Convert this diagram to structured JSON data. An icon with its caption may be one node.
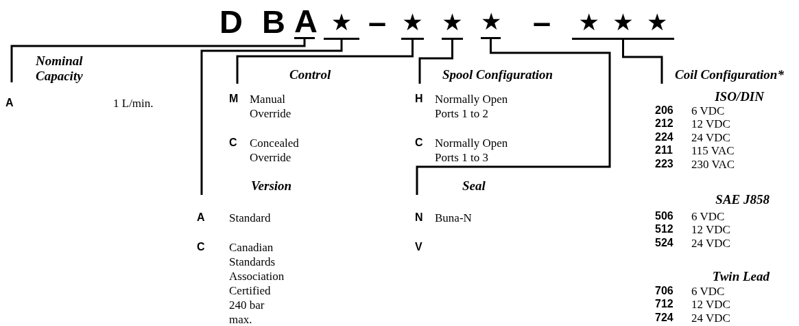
{
  "diagram": {
    "nodes": [
      {
        "text": [
          "A"
        ]
      },
      {
        "text": [
          "★"
        ]
      },
      {
        "text": [
          "★"
        ]
      },
      {
        "text": [
          "★"
        ]
      },
      {
        "text": [
          "★"
        ]
      },
      {
        "text": [
          "★",
          "★",
          "★"
        ]
      },
      {
        "text": [
          "Nominal Capacity"
        ]
      },
      {
        "text": [
          "Control"
        ]
      },
      {
        "text": [
          "Spool Configuration"
        ]
      },
      {
        "text": [
          "Coil Configuration*"
        ]
      },
      {
        "text": [
          "Version"
        ]
      },
      {
        "text": [
          "Seal"
        ]
      }
    ],
    "edges": [
      {
        "from": 0,
        "to": 6,
        "arrow": "none"
      },
      {
        "from": 1,
        "to": 10,
        "arrow": "none"
      },
      {
        "from": 2,
        "to": 7,
        "arrow": "none"
      },
      {
        "from": 3,
        "to": 8,
        "arrow": "none"
      },
      {
        "from": 4,
        "to": 11,
        "arrow": "none"
      },
      {
        "from": 5,
        "to": 9,
        "arrow": "none"
      }
    ],
    "labels": [
      "D",
      "B",
      "–",
      "–",
      "A",
      "1 L/min.",
      "M",
      "Manual Override",
      "C",
      "Concealed Override",
      "H",
      "Normally Open Ports 1 to 2",
      "C",
      "Normally Open Ports 1 to 3",
      "ISO/DIN",
      "206",
      "6 VDC",
      "212",
      "12 VDC",
      "224",
      "24 VDC",
      "211",
      "115 VAC",
      "223",
      "230 VAC",
      "A",
      "Standard",
      "C",
      "Canadian Standards Association Certified 240 bar max.",
      "N",
      "Buna-N",
      "V",
      "SAE J858",
      "506",
      "6 VDC",
      "512",
      "12 VDC",
      "524",
      "24 VDC",
      "Twin Lead",
      "706",
      "6 VDC",
      "712",
      "12 VDC",
      "724",
      "24 VDC"
    ]
  }
}
